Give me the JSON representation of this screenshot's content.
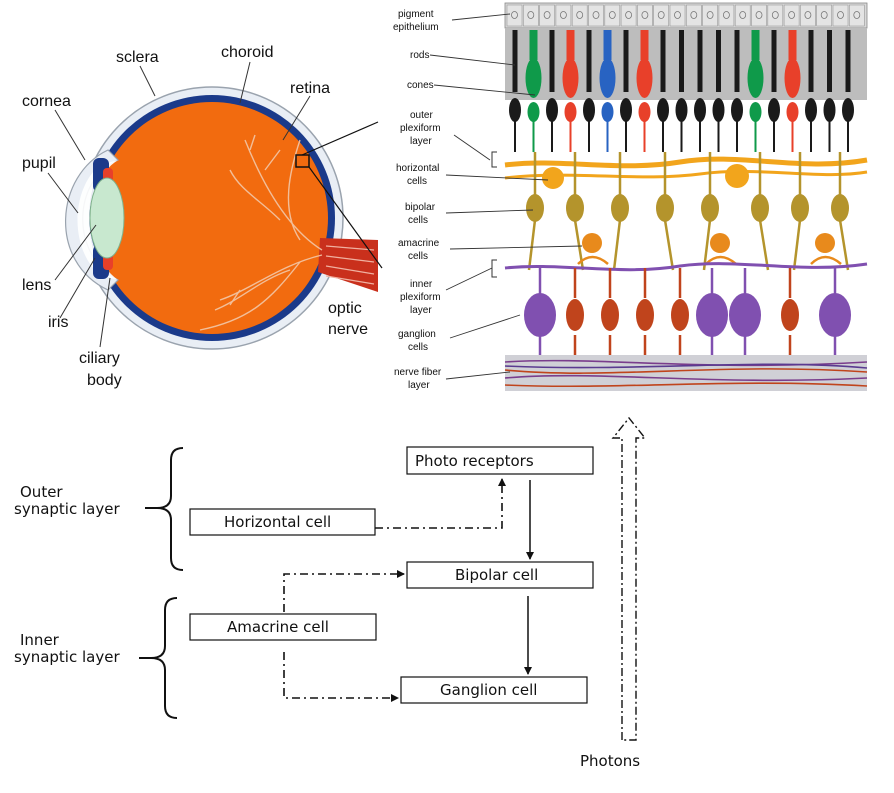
{
  "eye_labels": {
    "sclera": "sclera",
    "choroid": "choroid",
    "retina": "retina",
    "cornea": "cornea",
    "pupil": "pupil",
    "lens": "lens",
    "iris": "iris",
    "ciliary_line1": "ciliary",
    "ciliary_line2": "body",
    "optic_line1": "optic",
    "optic_line2": "nerve"
  },
  "retina_labels": {
    "pigment_line1": "pigment",
    "pigment_line2": "epithelium",
    "rods": "rods",
    "cones": "cones",
    "opl_line1": "outer",
    "opl_line2": "plexiform",
    "opl_line3": "layer",
    "horiz_line1": "horizontal",
    "horiz_line2": "cells",
    "bipolar_line1": "bipolar",
    "bipolar_line2": "cells",
    "amacrine_line1": "amacrine",
    "amacrine_line2": "cells",
    "ipl_line1": "inner",
    "ipl_line2": "plexiform",
    "ipl_line3": "layer",
    "ganglion_line1": "ganglion",
    "ganglion_line2": "cells",
    "nfl_line1": "nerve fiber",
    "nfl_line2": "layer"
  },
  "flow": {
    "photoreceptors": "Photo receptors",
    "horizontal": "Horizontal cell",
    "bipolar": "Bipolar cell",
    "amacrine": "Amacrine cell",
    "ganglion": "Ganglion cell",
    "photons": "Photons",
    "outer_line1": "Outer",
    "outer_line2": "synaptic layer",
    "inner_line1": "Inner",
    "inner_line2": "synaptic layer"
  },
  "colors": {
    "eyeball": "#f26b0f",
    "choroid": "#1b3a8a",
    "lens": "#c8e8cf",
    "rod": "#1a1a1a",
    "cone_green": "#0f9a4a",
    "cone_red": "#e8402a",
    "cone_blue": "#2863c2",
    "horizontal": "#f2a51c",
    "bipolar": "#b4942c",
    "amacrine": "#e88a1c",
    "ganglion": "#8050b0",
    "nerve_fiber": "#7a3d8c"
  }
}
